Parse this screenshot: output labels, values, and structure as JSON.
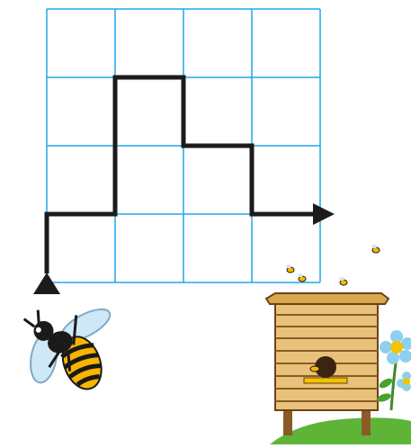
{
  "puzzle": {
    "grid": {
      "columns": 4,
      "rows": 4
    },
    "path": {
      "start": {
        "col": 0,
        "row": 4
      },
      "moves": [
        "up",
        "right",
        "up",
        "up",
        "right",
        "down",
        "right",
        "down",
        "right"
      ]
    },
    "icons": {
      "start_marker": "start-triangle-icon",
      "end_marker": "end-arrow-icon",
      "character": "bee-icon",
      "goal": "beehive-icon",
      "decoration": "flower-icon"
    }
  },
  "colors": {
    "grid_line": "#1ea7ea",
    "path_line": "#1b1b1b",
    "hive_light": "#e8c27a",
    "hive_mid": "#d9a84f",
    "hive_dark": "#8b5a26",
    "bee_yellow": "#f7b500",
    "bee_black": "#1a1a1a",
    "wing": "#cfe8f7",
    "grass": "#5eb437",
    "flower_petal": "#8dd0f0",
    "flower_center": "#f2c400"
  }
}
